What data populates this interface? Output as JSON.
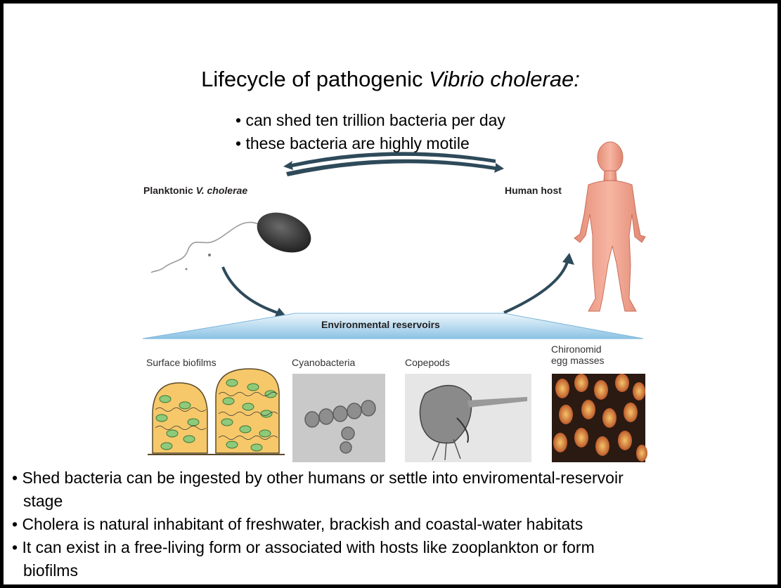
{
  "title": {
    "prefix": "Lifecycle of pathogenic ",
    "italic": "Vibrio cholerae:"
  },
  "top_bullets": [
    "• can shed ten trillion bacteria per day",
    "• these bacteria are highly motile"
  ],
  "diagram": {
    "left_label_prefix": "Planktonic ",
    "left_label_italic": "V. cholerae",
    "right_label": "Human host",
    "band_label": "Environmental reservoirs",
    "categories": [
      {
        "line1": "Surface biofilms"
      },
      {
        "line1": "Cyanobacteria"
      },
      {
        "line1": "Copepods"
      },
      {
        "line1": "Chironomid",
        "line2": "egg masses"
      }
    ]
  },
  "bottom_bullets": [
    {
      "line1": "• Shed bacteria can be ingested by other humans or settle into enviromental-reservoir",
      "line2": "stage"
    },
    {
      "line1": "• Cholera is natural inhabitant of freshwater, brackish and coastal-water habitats"
    },
    {
      "line1": "• It can exist in a free-living form or associated with hosts like zooplankton or form",
      "line2": "biofilms"
    }
  ],
  "colors": {
    "arrow": "#2e4a5a",
    "band_top": "#e9f5fb",
    "band_bottom": "#8fc5e6",
    "skin": "#f2a48e",
    "biofilm": "#f6c86a"
  }
}
